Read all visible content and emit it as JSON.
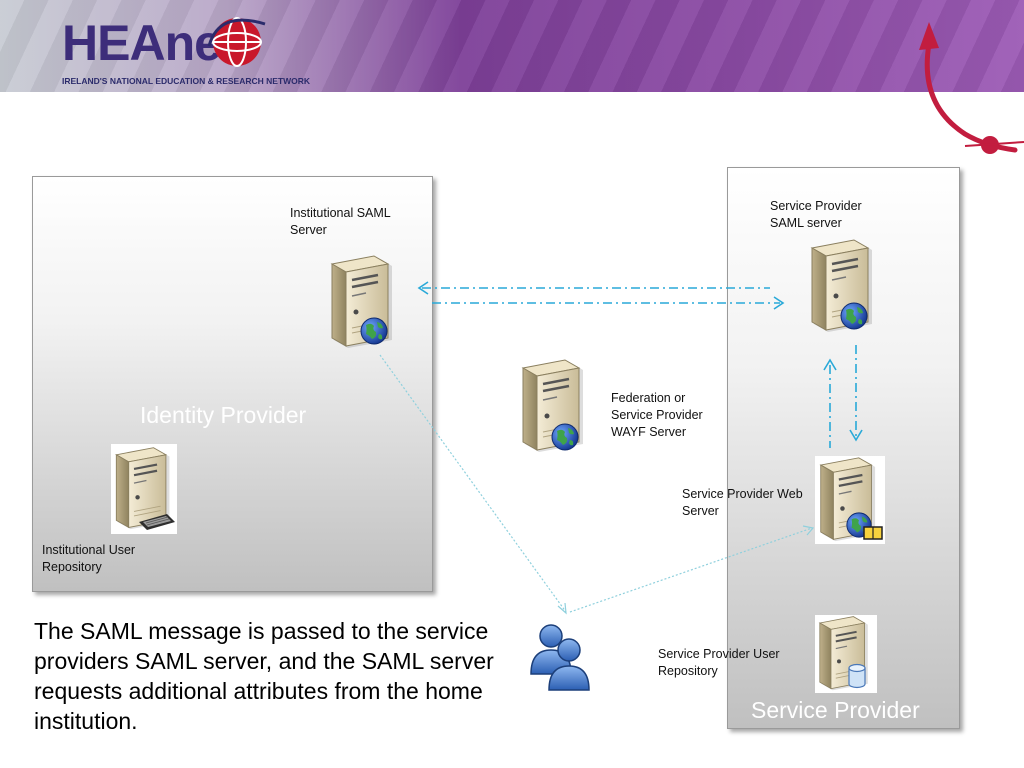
{
  "header": {
    "logo_name": "HEAnet",
    "logo_tagline": "IRELAND'S NATIONAL EDUCATION & RESEARCH NETWORK",
    "brand_color": "#7d3f98"
  },
  "regions": {
    "identity_provider": "Identity Provider",
    "service_provider": "Service Provider"
  },
  "nodes": {
    "institutional_saml_server": [
      "Institutional SAML",
      "Server"
    ],
    "institutional_user_repository": [
      "Institutional User",
      "Repository"
    ],
    "wayf_server": [
      "Federation or",
      "Service Provider",
      "WAYF Server"
    ],
    "sp_saml_server": [
      "Service Provider",
      "SAML server"
    ],
    "sp_web_server": [
      "Service Provider Web",
      "Server"
    ],
    "sp_user_repository": [
      "Service Provider User",
      "Repository"
    ]
  },
  "icons": {
    "server": "server-icon",
    "globe": "globe-icon",
    "keyboard": "keyboard-icon",
    "database": "database-icon",
    "users": "users-icon",
    "arrow": "swoosh-arrow-icon"
  },
  "colors": {
    "saml_flow": "#29a9d8",
    "user_flow": "#8fd0dd"
  },
  "caption": "The SAML message is passed to the service providers SAML server, and the SAML server requests additional attributes from the home institution."
}
